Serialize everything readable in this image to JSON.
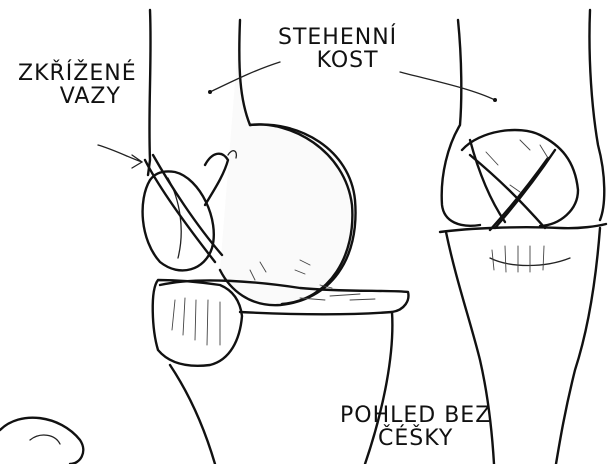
{
  "labels": {
    "cruciate_ligaments": [
      "ZKŘÍŽENÉ",
      "VAZY"
    ],
    "femur": [
      "STEHENNÍ",
      "KOST"
    ],
    "view_without_patella": [
      "POHLED BEZ",
      "ČÉŠKY"
    ]
  },
  "colors": {
    "ink": "#111111",
    "paper": "#ffffff"
  }
}
